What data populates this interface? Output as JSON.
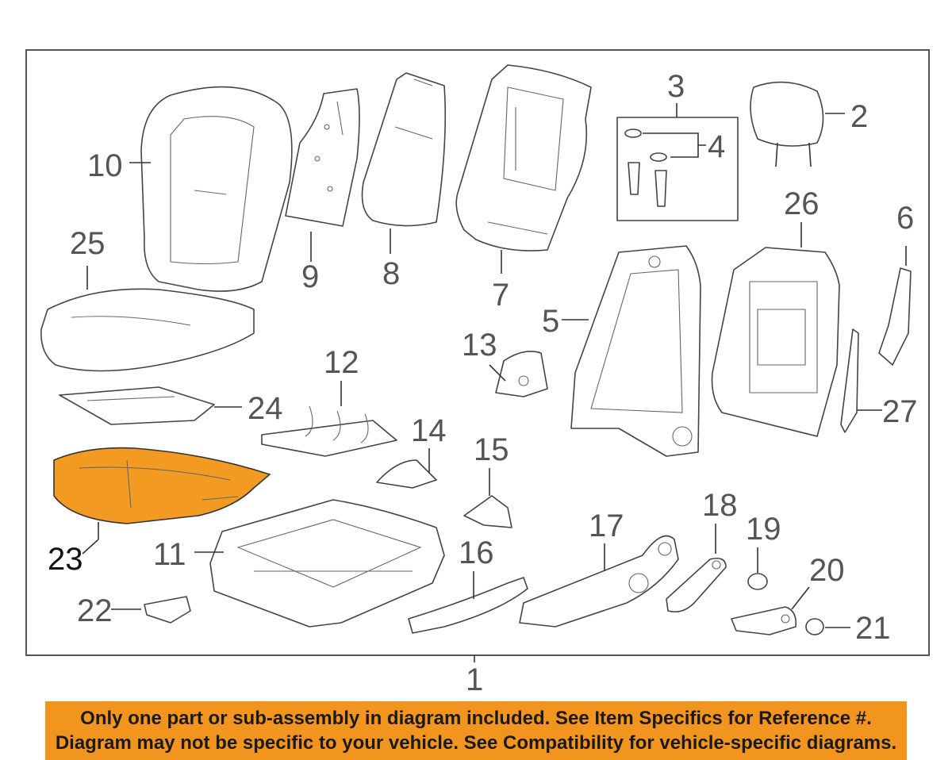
{
  "callouts": {
    "c1": "1",
    "c2": "2",
    "c3": "3",
    "c4": "4",
    "c5": "5",
    "c6": "6",
    "c7": "7",
    "c8": "8",
    "c9": "9",
    "c10": "10",
    "c11": "11",
    "c12": "12",
    "c13": "13",
    "c14": "14",
    "c15": "15",
    "c16": "16",
    "c17": "17",
    "c18": "18",
    "c19": "19",
    "c20": "20",
    "c21": "21",
    "c22": "22",
    "c23": "23",
    "c24": "24",
    "c25": "25",
    "c26": "26",
    "c27": "27"
  },
  "highlighted_part": "23",
  "colors": {
    "highlight": "#f39a22",
    "banner": "#f2951f",
    "line": "#444444"
  },
  "notice": {
    "line1": "Only one part or sub-assembly in diagram included. See Item Specifics for Reference #.",
    "line2": "Diagram may not be specific to your vehicle. See Compatibility for vehicle-specific diagrams."
  }
}
